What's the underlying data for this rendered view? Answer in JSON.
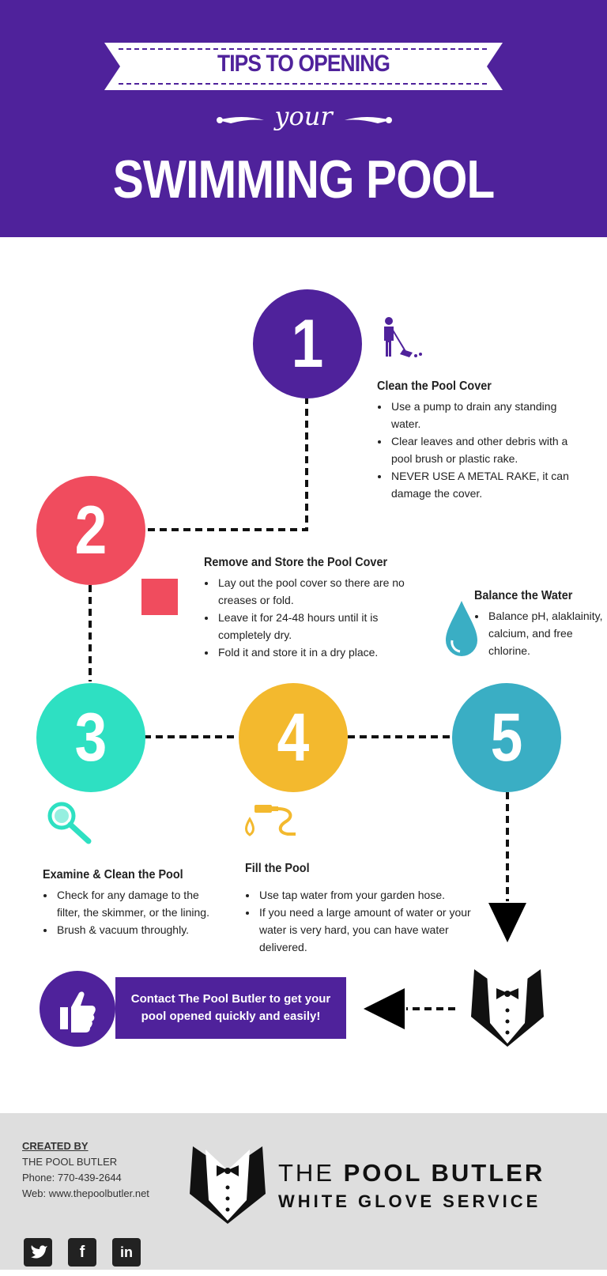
{
  "header": {
    "ribbon_title": "TIPS TO OPENING",
    "subtitle": "your",
    "title": "SWIMMING POOL"
  },
  "steps": [
    {
      "number": "1",
      "title": "Clean the Pool Cover",
      "icon": "sweeping-person-icon",
      "color": "#4f229b",
      "bullets": [
        "Use a pump to drain any standing water.",
        "Clear leaves and other debris with a pool brush or plastic rake.",
        "NEVER USE A METAL RAKE, it can damage the cover."
      ]
    },
    {
      "number": "2",
      "title": "Remove and Store the Pool Cover",
      "icon": "square-icon",
      "color": "#f04c5e",
      "bullets": [
        "Lay out the pool cover so there are no creases or fold.",
        "Leave it for 24-48 hours until it is completely dry.",
        "Fold it and store it in a dry place."
      ]
    },
    {
      "number": "3",
      "title": "Examine & Clean the Pool",
      "icon": "magnifier-icon",
      "color": "#2ee0c2",
      "bullets": [
        "Check for any damage to the filter, the skimmer, or the lining.",
        "Brush & vacuum throughly."
      ]
    },
    {
      "number": "4",
      "title": "Fill the Pool",
      "icon": "hose-icon",
      "color": "#f3b92e",
      "bullets": [
        "Use tap water from your garden hose.",
        "If you need a large amount of water or your water is very hard, you can have water delivered."
      ]
    },
    {
      "number": "5",
      "title": "Balance the Water",
      "icon": "water-drop-icon",
      "color": "#3aaec4",
      "bullets": [
        "Balance pH, alaklainity, calcium, and free chlorine."
      ]
    }
  ],
  "cta": {
    "text": "Contact The Pool Butler  to get your pool opened quickly and easily!",
    "icon": "thumbs-up-icon"
  },
  "footer": {
    "created_by_label": "CREATED BY",
    "company": "THE POOL BUTLER",
    "phone": "Phone: 770-439-2644",
    "web": "Web: www.thepoolbutler.net",
    "brand_prefix": "THE ",
    "brand_name": "POOL BUTLER",
    "tagline": "WHITE GLOVE SERVICE",
    "social": [
      "twitter-icon",
      "facebook-icon",
      "linkedin-icon"
    ]
  },
  "colors": {
    "header_bg": "#4f229b",
    "footer_bg": "#dedede"
  }
}
